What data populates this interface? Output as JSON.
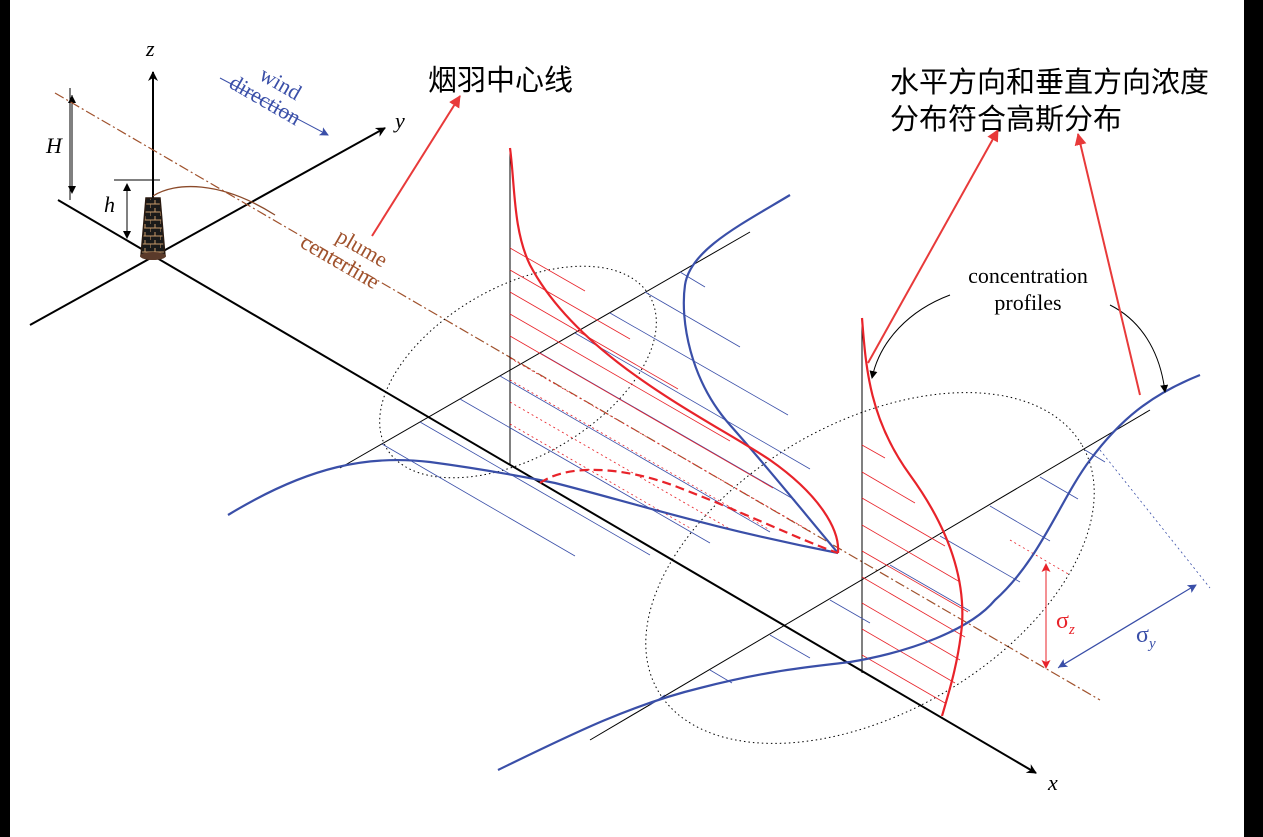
{
  "diagram": {
    "axes": {
      "x": "x",
      "y": "y",
      "z": "z"
    },
    "heights": {
      "H": "H",
      "h": "h"
    },
    "wind_direction": [
      "wind",
      "direction"
    ],
    "plume_centerline": [
      "plume",
      "centerline"
    ],
    "concentration_profiles": [
      "concentration",
      "profiles"
    ],
    "sigma_z": "σ",
    "sigma_z_sub": "z",
    "sigma_y": "σ",
    "sigma_y_sub": "y",
    "annotations": {
      "centerline_cn": "烟羽中心线",
      "gaussian_cn_line1": "水平方向和垂直方向浓度",
      "gaussian_cn_line2": "分布符合高斯分布"
    },
    "colors": {
      "axis": "#000000",
      "horizontal_profile": "#3a4fa8",
      "vertical_profile": "#e8232a",
      "centerline": "#a0522d",
      "annotation_arrow": "#e83a3a"
    }
  }
}
